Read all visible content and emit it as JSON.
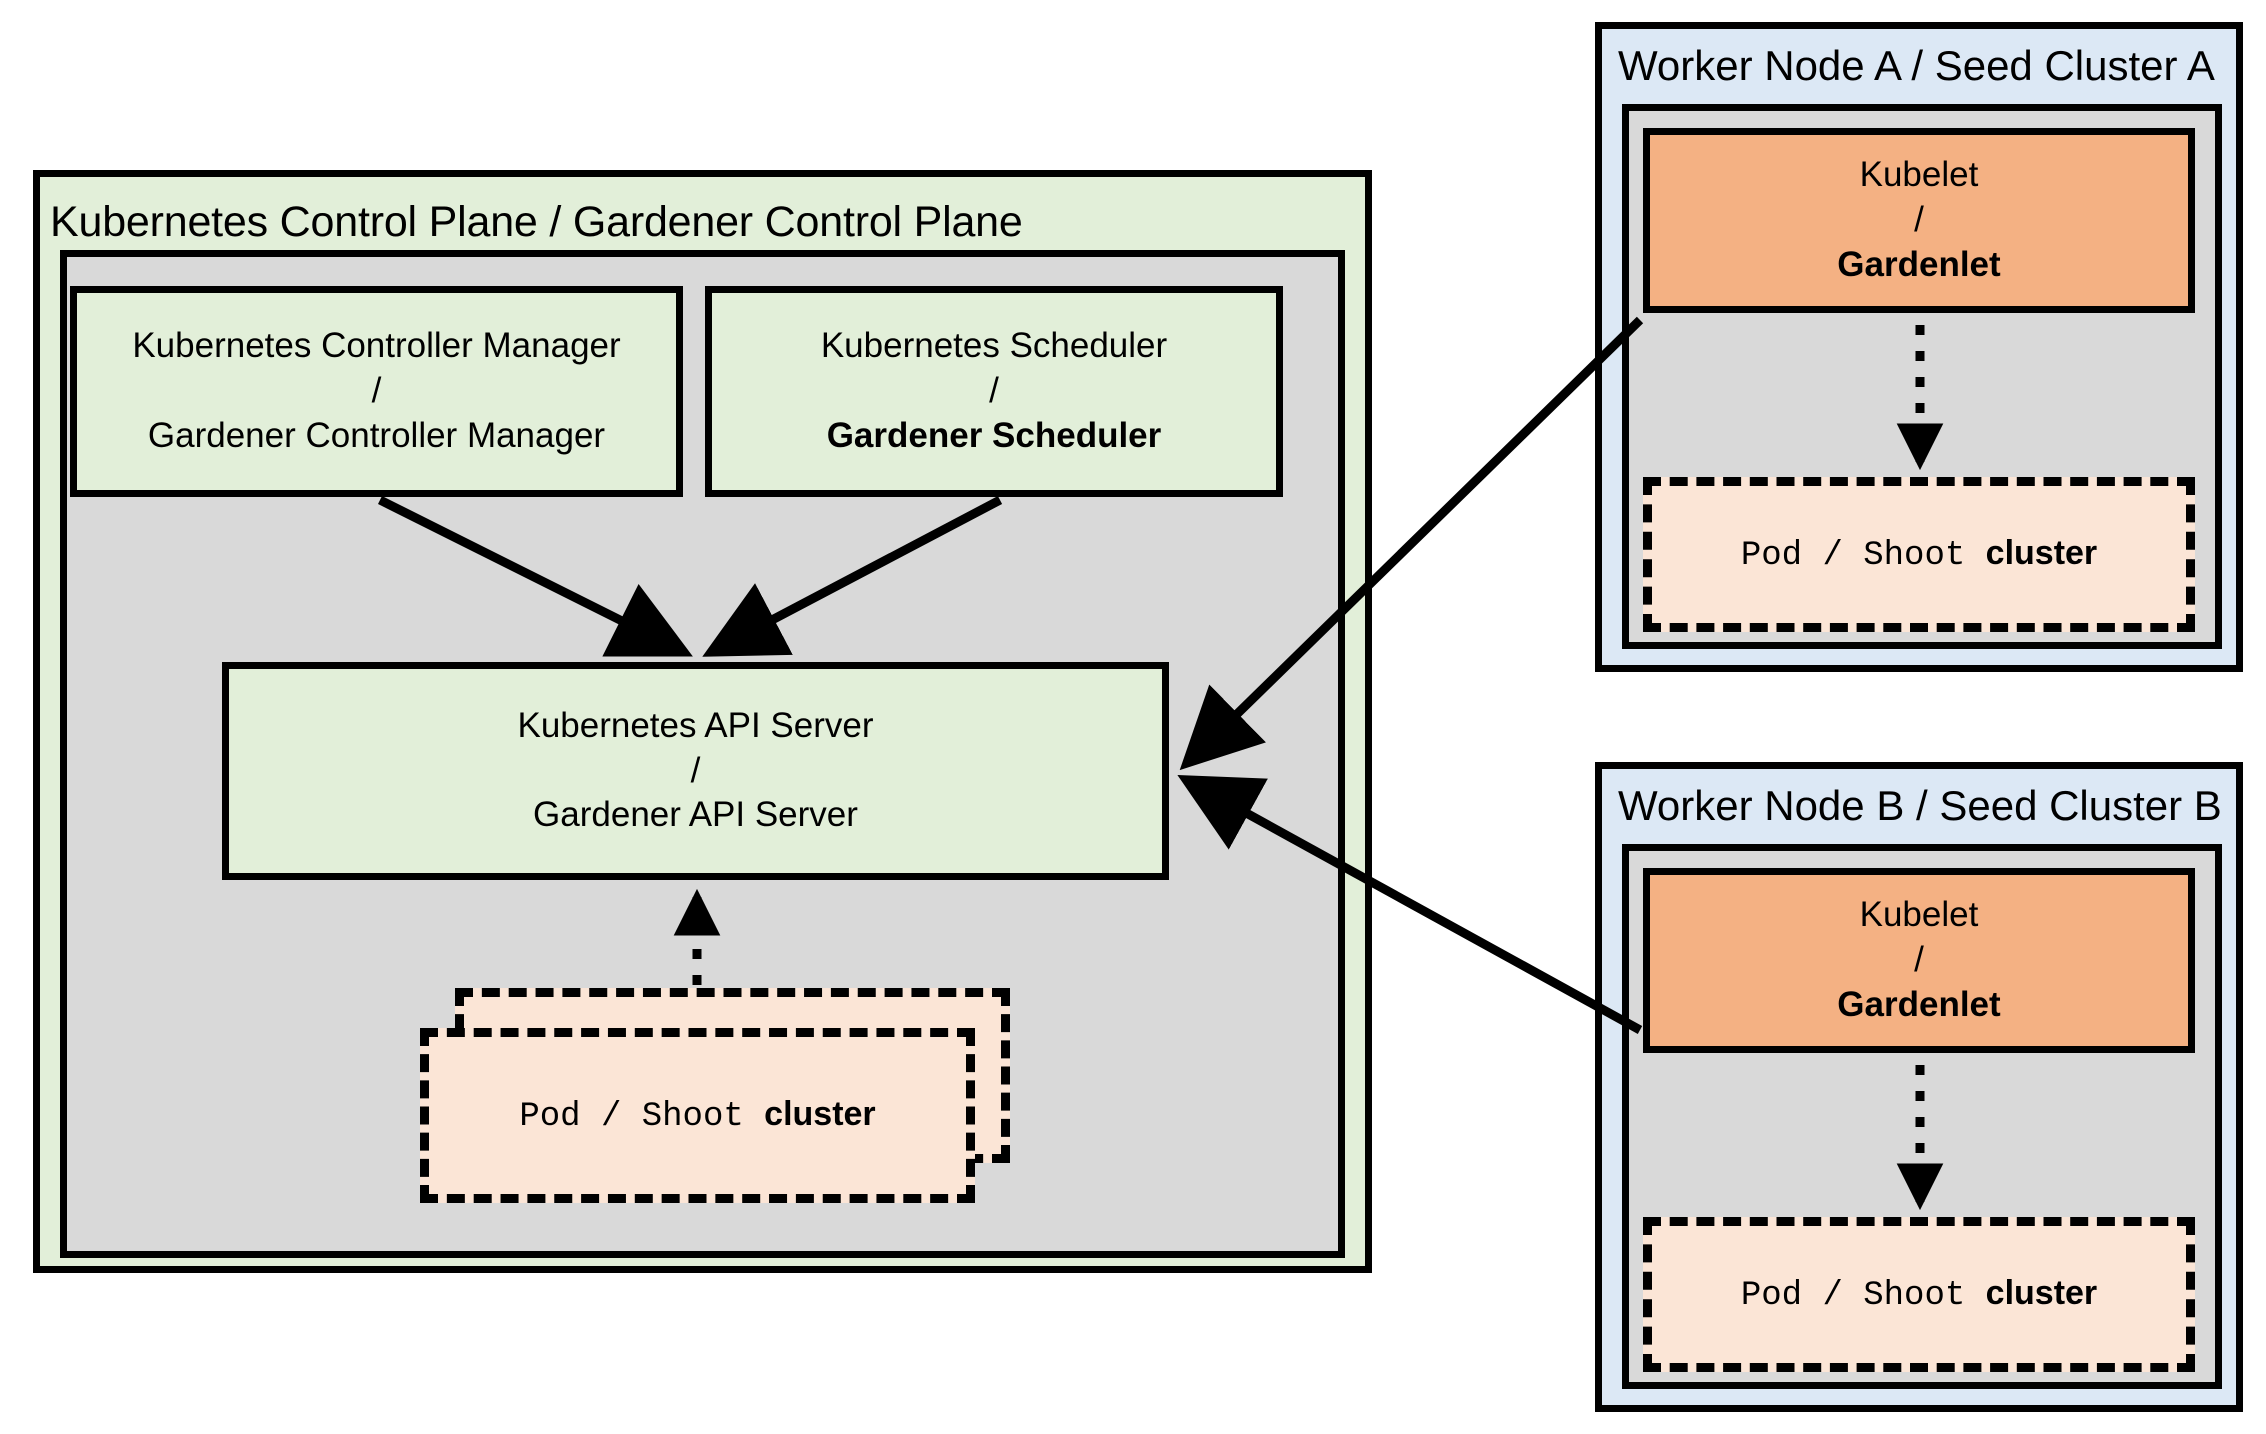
{
  "diagram": {
    "title_visible": false,
    "colors": {
      "control_plane_green": "#e2efd9",
      "inner_gray": "#d9d9d9",
      "worker_blue": "#dce8f5",
      "kubelet_orange": "#f4b183",
      "pod_peach": "#fbe5d6",
      "stroke_black": "#000000"
    }
  },
  "control_plane": {
    "title": "Kubernetes Control Plane / Gardener Control Plane",
    "components": [
      {
        "name": "controller-manager",
        "line1": "Kubernetes Controller Manager",
        "separator": "/",
        "line2": "Gardener Controller Manager",
        "line2_bold": false
      },
      {
        "name": "scheduler",
        "line1": "Kubernetes Scheduler",
        "separator": "/",
        "line2": "Gardener Scheduler",
        "line2_bold": true
      },
      {
        "name": "api-server",
        "line1": "Kubernetes API Server",
        "separator": "/",
        "line2": "Gardener API Server",
        "line2_bold": false
      }
    ],
    "pod": {
      "line1": "Pod",
      "separator": "/",
      "line2_mono": "Shoot ",
      "line2_bold": "cluster",
      "stacked": true
    }
  },
  "worker_nodes": [
    {
      "id": "A",
      "title": "Worker Node A / Seed Cluster A",
      "kubelet": {
        "line1": "Kubelet",
        "separator": "/",
        "line2": "Gardenlet",
        "line2_bold": true
      },
      "pod": {
        "line1": "Pod",
        "separator": "/",
        "line2_mono": "Shoot ",
        "line2_bold": "cluster"
      }
    },
    {
      "id": "B",
      "title": "Worker Node B / Seed Cluster B",
      "kubelet": {
        "line1": "Kubelet",
        "separator": "/",
        "line2": "Gardenlet",
        "line2_bold": true
      },
      "pod": {
        "line1": "Pod",
        "separator": "/",
        "line2_mono": "Shoot ",
        "line2_bold": "cluster"
      }
    }
  ],
  "connections": [
    {
      "from": "controller-manager",
      "to": "api-server",
      "style": "solid"
    },
    {
      "from": "scheduler",
      "to": "api-server",
      "style": "solid"
    },
    {
      "from": "control-plane-pod",
      "to": "api-server",
      "style": "dotted"
    },
    {
      "from": "gardenlet-A",
      "to": "api-server",
      "style": "solid"
    },
    {
      "from": "gardenlet-B",
      "to": "api-server",
      "style": "solid"
    },
    {
      "from": "kubelet-A",
      "to": "pod-A",
      "style": "dotted"
    },
    {
      "from": "kubelet-B",
      "to": "pod-B",
      "style": "dotted"
    }
  ]
}
